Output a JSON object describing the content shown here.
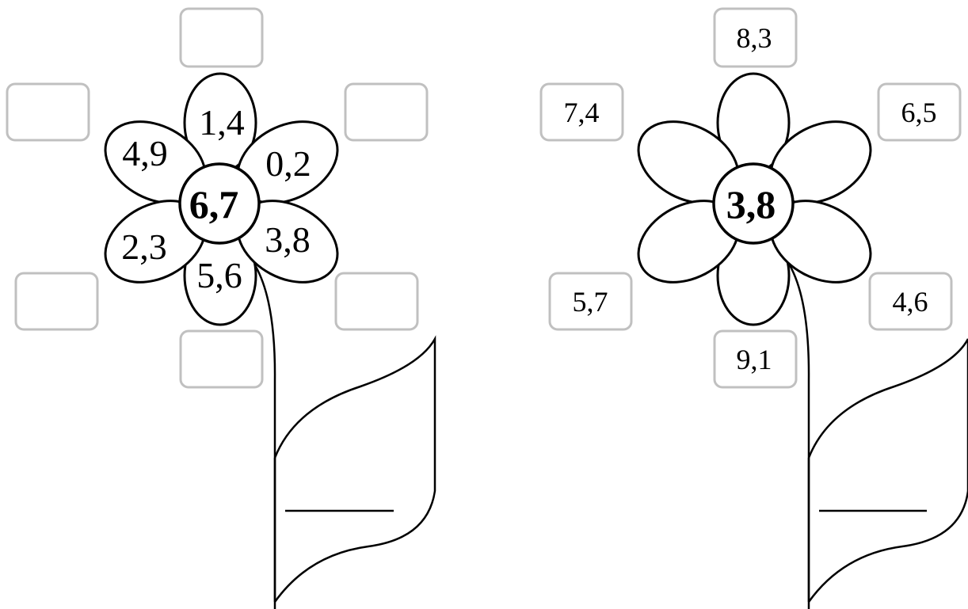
{
  "flowers": [
    {
      "center": "6,7",
      "petals": {
        "top": "1,4",
        "upper_right": "0,2",
        "lower_right": "3,8",
        "bottom": "5,6",
        "lower_left": "2,3",
        "upper_left": "4,9"
      },
      "boxes": {
        "top": "",
        "upper_right": "",
        "lower_right": "",
        "bottom": "",
        "lower_left": "",
        "upper_left": ""
      },
      "leaf_answer": ""
    },
    {
      "center": "3,8",
      "petals": {
        "top": "",
        "upper_right": "",
        "lower_right": "",
        "bottom": "",
        "lower_left": "",
        "upper_left": ""
      },
      "boxes": {
        "top": "8,3",
        "upper_right": "6,5",
        "lower_right": "4,6",
        "bottom": "9,1",
        "lower_left": "5,7",
        "upper_left": "7,4"
      },
      "leaf_answer": ""
    }
  ],
  "colors": {
    "outline": "#000000",
    "box_border": "#c0c0c0",
    "background": "#ffffff"
  }
}
